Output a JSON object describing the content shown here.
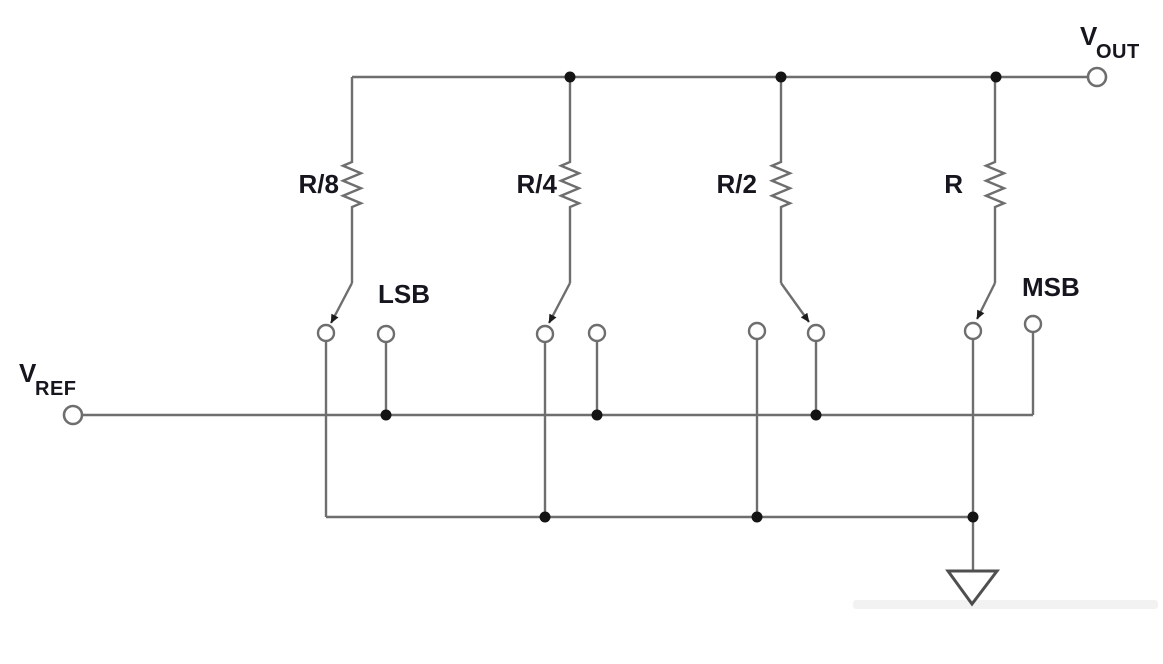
{
  "terminals": {
    "v_out": {
      "symbol": "V",
      "subscript": "OUT"
    },
    "v_ref": {
      "symbol": "V",
      "subscript": "REF"
    }
  },
  "bit_labels": {
    "lsb": "LSB",
    "msb": "MSB"
  },
  "resistors": [
    {
      "label": "R/8"
    },
    {
      "label": "R/4"
    },
    {
      "label": "R/2"
    },
    {
      "label": "R"
    }
  ],
  "icons": {
    "ground": "ground-triangle-icon",
    "switch_wiper": "wiper-arrow-icon",
    "open_terminal": "open-circle-terminal"
  },
  "colors": {
    "wire": "#6e6e6e",
    "text": "#16161e",
    "junction": "#141414",
    "background": "#ffffff",
    "ground": "#4f4f4f"
  }
}
